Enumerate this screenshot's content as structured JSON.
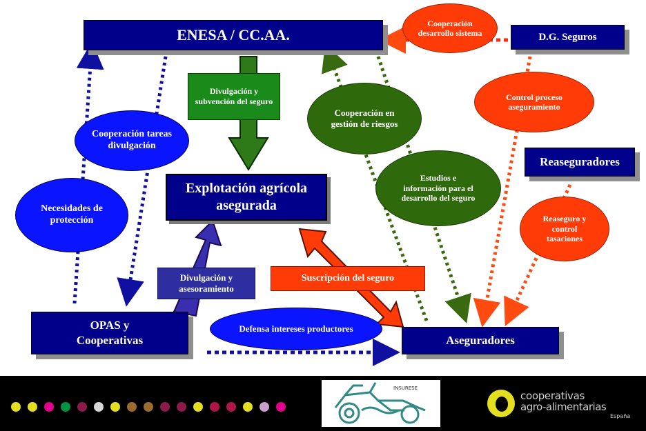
{
  "boxes": {
    "enesa": "ENESA / CC.AA.",
    "dg_seguros": "D.G. Seguros",
    "explotacion": "Explotación agrícola asegurada",
    "reaseguradores": "Reaseguradores",
    "opas_line1": "OPAS y",
    "opas_line2": "Cooperativas",
    "aseguradores": "Aseguradores"
  },
  "labels": {
    "divulgacion_subvencion": "Divulgación y subvención del seguro",
    "divulgacion_asesoramiento": "Divulgación y asesoramiento",
    "suscripcion": "Suscripción del seguro"
  },
  "ellipses": {
    "coop_desarrollo": "Cooperación desarrollo sistema",
    "coop_divulgacion": "Cooperación tareas divulgación",
    "necesidades": "Necesidades de protección",
    "coop_riesgos": "Cooperación en gestión de riesgos",
    "estudios": "Estudios e información para el desarrollo del seguro",
    "control": "Control proceso aseguramiento",
    "reaseguro": "Reaseguro y control tasaciones",
    "defensa": "Defensa intereses productores"
  },
  "footer": {
    "dot_colors": [
      "#e3df20",
      "#e3df20",
      "#e3008c",
      "#009245",
      "#8c1a4b",
      "#d6d6d6",
      "#e3df20",
      "#9b6a2f",
      "#9b6a2f",
      "#8c1a4b",
      "#8c1a4b",
      "#e3df20",
      "#b0154a",
      "#b0154a",
      "#e3df20",
      "#c9a0c9",
      "#e3008c"
    ],
    "center_logo_text": "INSURESE",
    "right_logo_line1": "cooperativas",
    "right_logo_line2": "agro-alimentarias",
    "right_logo_line3": "España"
  },
  "colors": {
    "navy": "#00008b",
    "blue": "#0a14ff",
    "green": "#2e6a0c",
    "red": "#ff3b08"
  }
}
